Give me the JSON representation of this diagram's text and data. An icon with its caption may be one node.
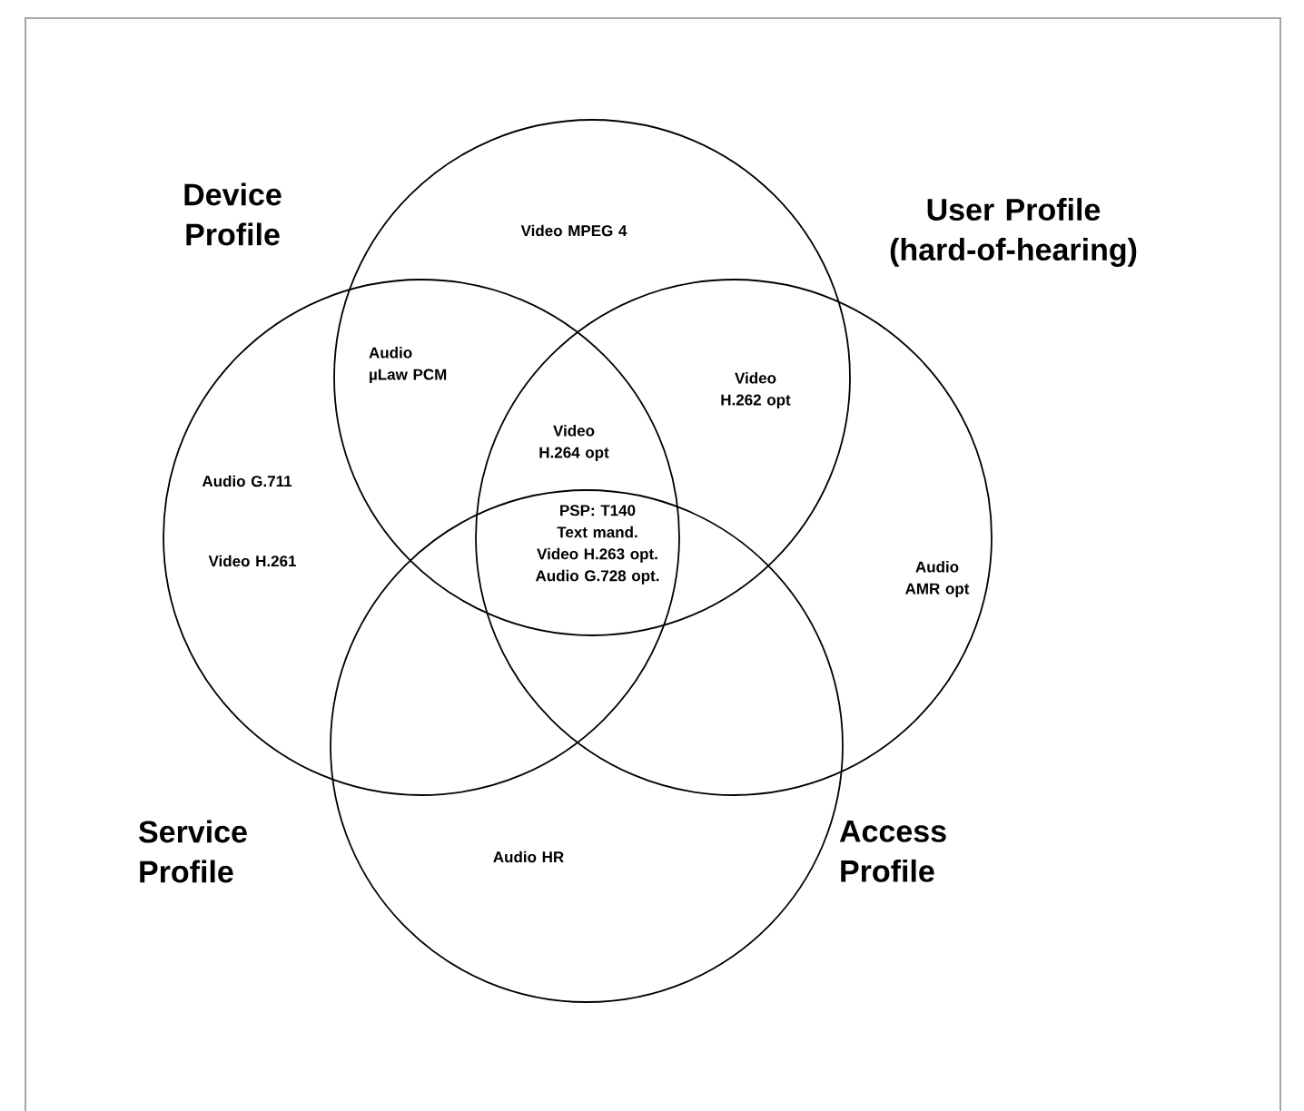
{
  "diagram": {
    "nodes": [
      {
        "text": [
          "Device Profile"
        ]
      },
      {
        "text": [
          "User Profile (hard-of-hearing)"
        ]
      },
      {
        "text": [
          "Service Profile"
        ]
      },
      {
        "text": [
          "Access Profile"
        ]
      }
    ],
    "labels": [
      "Video MPEG 4",
      "Audio µLaw PCM",
      "Video H.262 opt",
      "Video H.264 opt",
      "Audio G.711",
      "PSP: T140 Text mand. Video H.263 opt. Audio G.728 opt.",
      "Video H.261",
      "Audio AMR opt",
      "Audio HR"
    ]
  }
}
